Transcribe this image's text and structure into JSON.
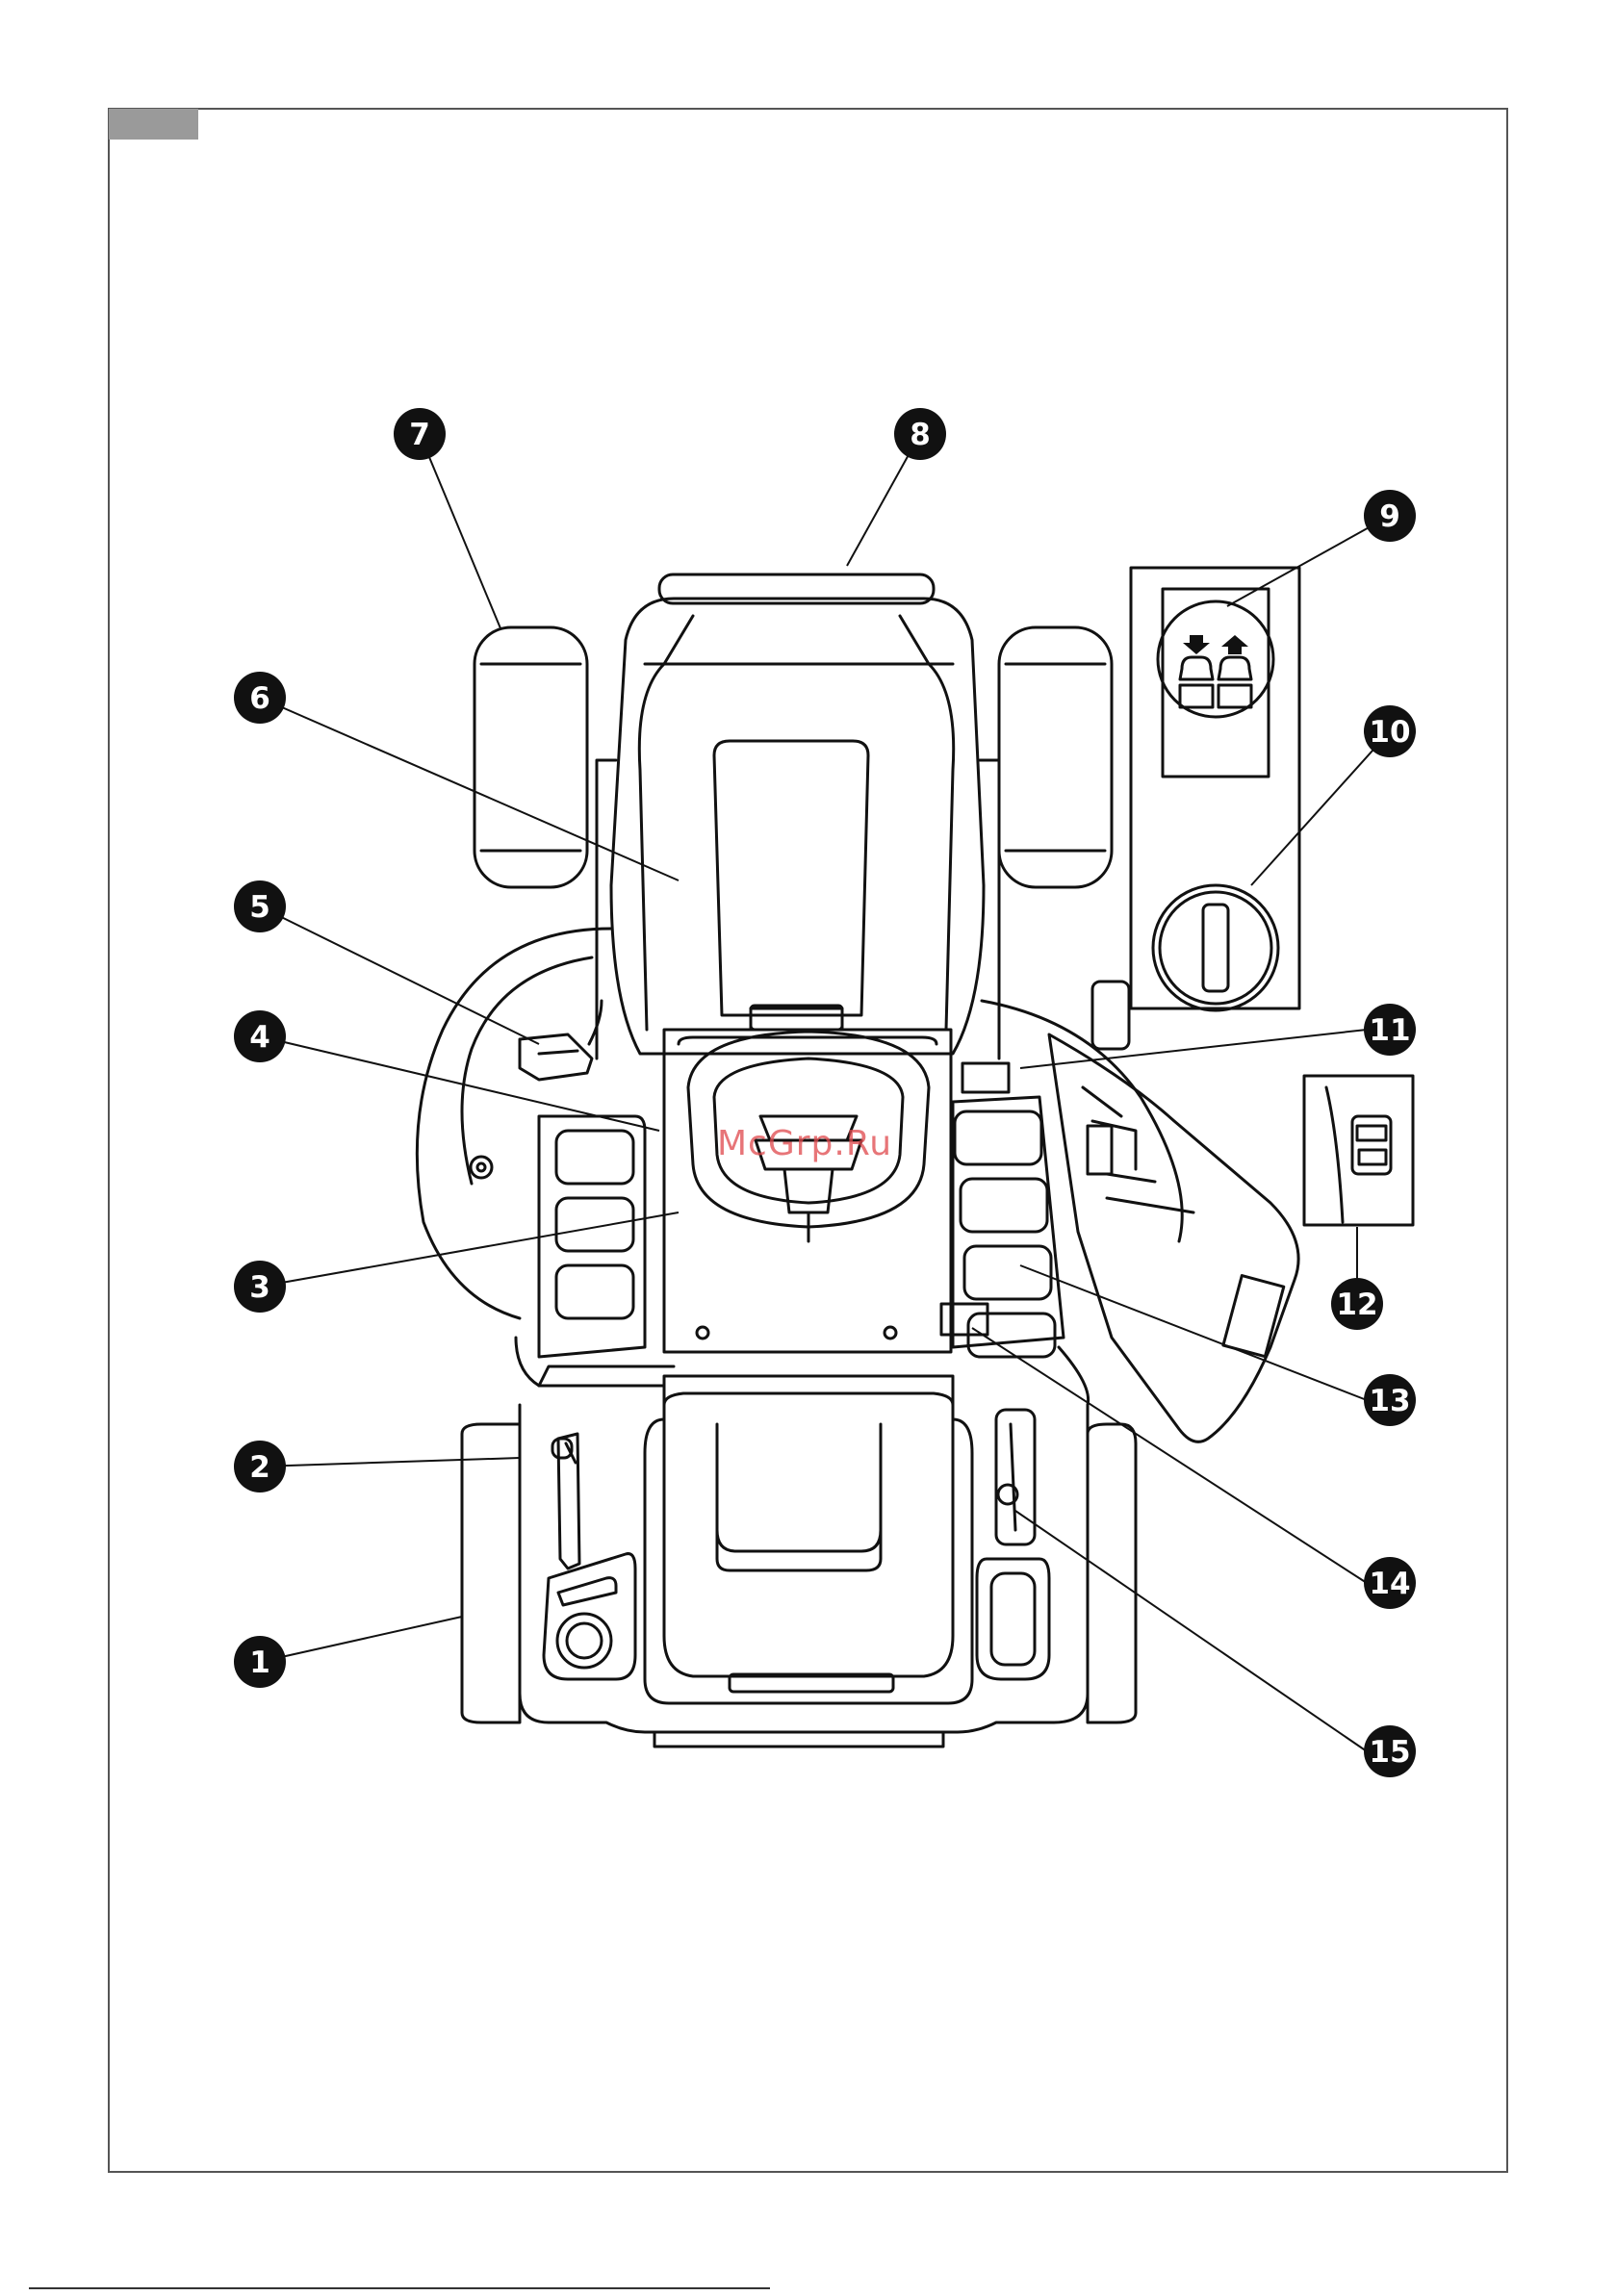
{
  "colors": {
    "line": "#111111",
    "tab": "#9a9a9a",
    "frame": "#555555",
    "watermark": "#e0484c",
    "callout": "#111111"
  },
  "watermark": "McGrp.Ru",
  "callouts": [
    {
      "id": "1",
      "label": "1"
    },
    {
      "id": "2",
      "label": "2"
    },
    {
      "id": "3",
      "label": "3"
    },
    {
      "id": "4",
      "label": "4"
    },
    {
      "id": "5",
      "label": "5"
    },
    {
      "id": "6",
      "label": "6"
    },
    {
      "id": "7",
      "label": "7"
    },
    {
      "id": "8",
      "label": "8"
    },
    {
      "id": "9",
      "label": "9"
    },
    {
      "id": "10",
      "label": "10"
    },
    {
      "id": "11",
      "label": "11"
    },
    {
      "id": "12",
      "label": "12"
    },
    {
      "id": "13",
      "label": "13"
    },
    {
      "id": "14",
      "label": "14"
    },
    {
      "id": "15",
      "label": "15"
    }
  ]
}
